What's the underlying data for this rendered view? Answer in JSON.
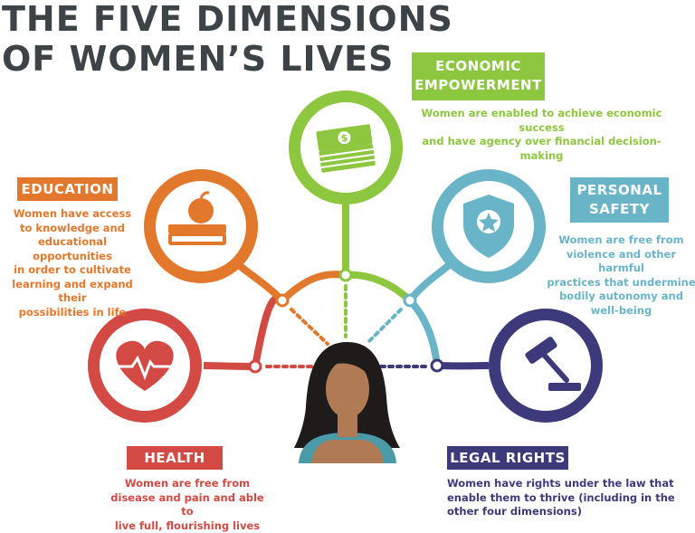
{
  "title": {
    "line1": "THE FIVE DIMENSIONS",
    "line2": "OF WOMEN’S LIVES"
  },
  "colors": {
    "title": "#3d4448",
    "economic": "#8dc63f",
    "education": "#e2782c",
    "safety": "#6ab4c8",
    "health": "#d24a43",
    "legal": "#3d3a7c"
  },
  "dimensions": {
    "economic": {
      "label_line1": "ECONOMIC",
      "label_line2": "EMPOWERMENT",
      "desc_line1": "Women are enabled to achieve economic success",
      "desc_line2": "and have agency over financial decision-making",
      "icon": "money-stack-icon"
    },
    "education": {
      "label": "EDUCATION",
      "desc_lines": [
        "Women have access",
        "to knowledge and",
        "educational opportunities",
        "in order to cultivate",
        "learning and expand their",
        "possibilities in life"
      ],
      "icon": "apple-book-icon"
    },
    "safety": {
      "label_line1": "PERSONAL",
      "label_line2": "SAFETY",
      "desc_lines": [
        "Women are free from",
        "violence and other harmful",
        "practices that undermine",
        "bodily autonomy and",
        "well-being"
      ],
      "icon": "shield-star-icon"
    },
    "health": {
      "label": "HEALTH",
      "desc_lines": [
        "Women are free from",
        "disease and pain and able to",
        "live full, flourishing lives"
      ],
      "icon": "heart-pulse-icon"
    },
    "legal": {
      "label": "LEGAL RIGHTS",
      "desc_lines": [
        "Women have rights under the law that",
        "enable them to thrive (including in the",
        "other four dimensions)"
      ],
      "icon": "gavel-icon"
    }
  }
}
